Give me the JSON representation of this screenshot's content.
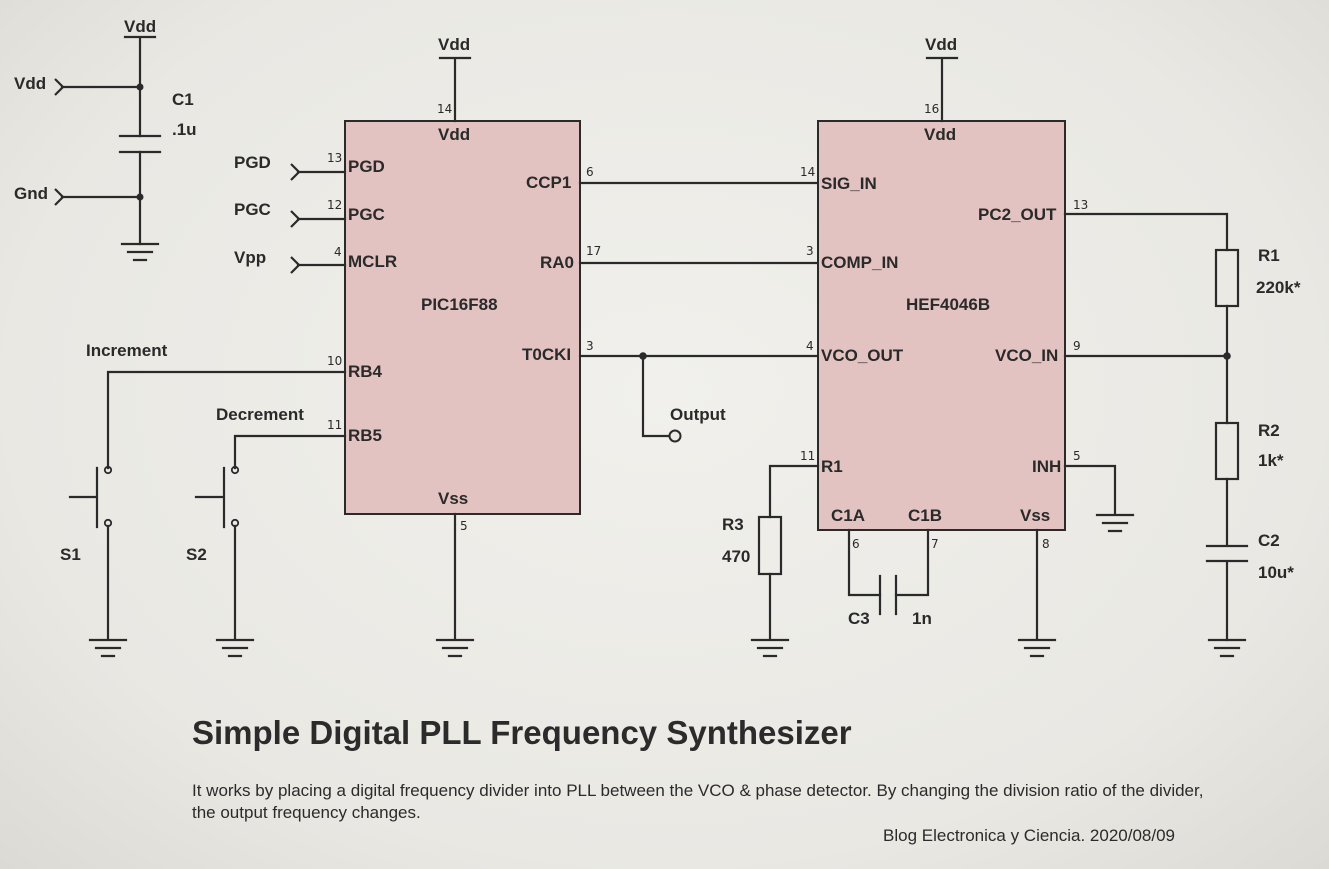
{
  "power": {
    "vdd": "Vdd",
    "gnd": "Gnd"
  },
  "components": {
    "c1": {
      "ref": "C1",
      "value": ".1u"
    },
    "c2": {
      "ref": "C2",
      "value": "10u*"
    },
    "c3": {
      "ref": "C3",
      "value": "1n"
    },
    "r1": {
      "ref": "R1",
      "value": "220k*"
    },
    "r2": {
      "ref": "R2",
      "value": "1k*"
    },
    "r3": {
      "ref": "R3",
      "value": "470"
    },
    "s1": {
      "ref": "S1"
    },
    "s2": {
      "ref": "S2"
    }
  },
  "pic": {
    "name": "PIC16F88",
    "vdd": "Vdd",
    "vss": "Vss",
    "pins": {
      "pgd": {
        "label": "PGD",
        "num": "13"
      },
      "pgc": {
        "label": "PGC",
        "num": "12"
      },
      "mclr": {
        "label": "MCLR",
        "num": "4"
      },
      "rb4": {
        "label": "RB4",
        "num": "10"
      },
      "rb5": {
        "label": "RB5",
        "num": "11"
      },
      "ccp1": {
        "label": "CCP1",
        "num": "6"
      },
      "ra0": {
        "label": "RA0",
        "num": "17"
      },
      "t0cki": {
        "label": "T0CKI",
        "num": "3"
      },
      "vdd": {
        "num": "14"
      },
      "vss": {
        "num": "5"
      }
    }
  },
  "pll": {
    "name": "HEF4046B",
    "vdd": "Vdd",
    "pins": {
      "sig_in": {
        "label": "SIG_IN",
        "num": "14"
      },
      "comp_in": {
        "label": "COMP_IN",
        "num": "3"
      },
      "vco_out": {
        "label": "VCO_OUT",
        "num": "4"
      },
      "r1": {
        "label": "R1",
        "num": "11"
      },
      "pc2_out": {
        "label": "PC2_OUT",
        "num": "13"
      },
      "vco_in": {
        "label": "VCO_IN",
        "num": "9"
      },
      "inh": {
        "label": "INH",
        "num": "5"
      },
      "c1a": {
        "label": "C1A",
        "num": "6"
      },
      "c1b": {
        "label": "C1B",
        "num": "7"
      },
      "vss": {
        "label": "Vss",
        "num": "8"
      },
      "vdd": {
        "num": "16"
      }
    }
  },
  "connectors": {
    "pgd": "PGD",
    "pgc": "PGC",
    "vpp": "Vpp",
    "output": "Output"
  },
  "switch_labels": {
    "increment": "Increment",
    "decrement": "Decrement"
  },
  "title": "Simple Digital PLL Frequency Synthesizer",
  "description": "It works by placing a digital frequency divider into PLL between the VCO & phase detector. By changing the division ratio of the divider, the output frequency changes.",
  "credit": "Blog Electronica y Ciencia. 2020/08/09"
}
